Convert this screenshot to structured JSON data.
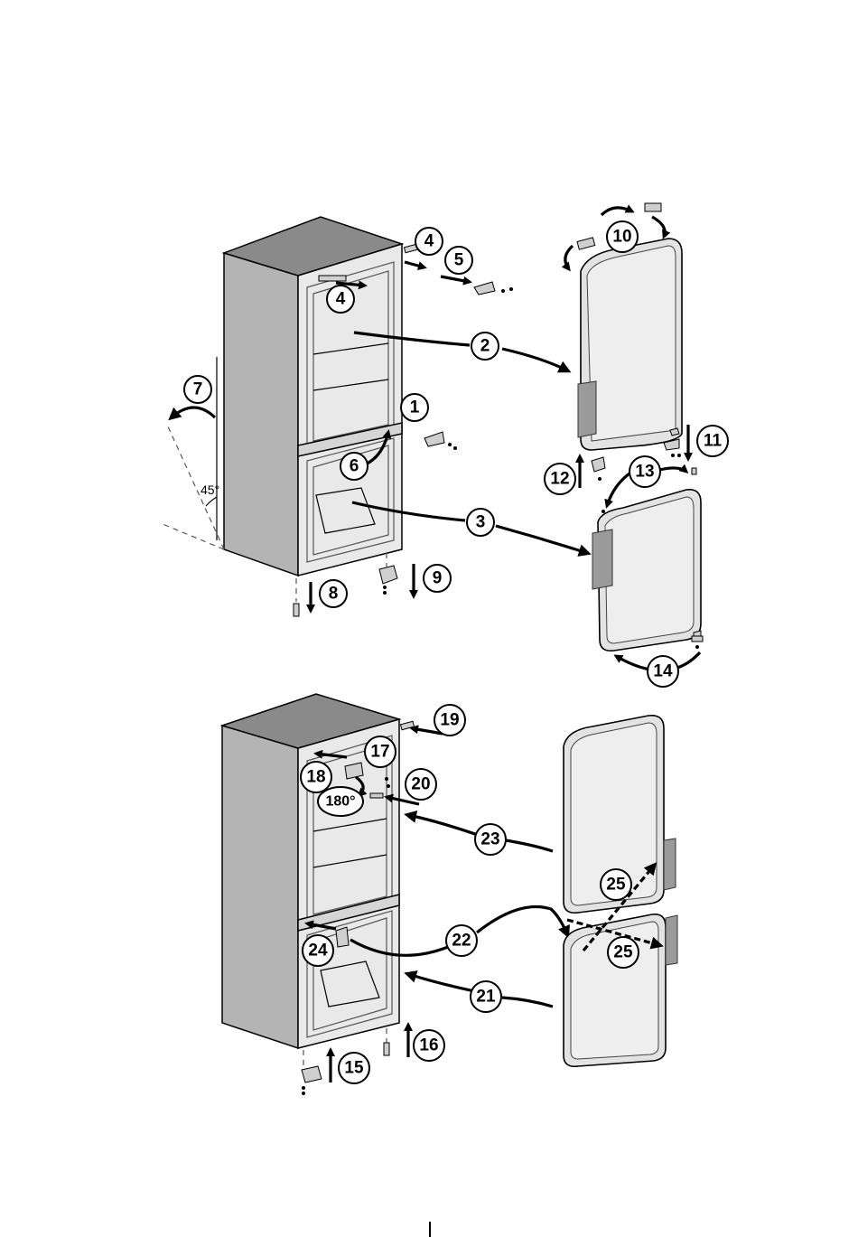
{
  "figure": {
    "step_labels": {
      "s1": "1",
      "s2": "2",
      "s3": "3",
      "s4a": "4",
      "s4b": "4",
      "s5": "5",
      "s6": "6",
      "s7": "7",
      "s8": "8",
      "s9": "9",
      "s10": "10",
      "s11": "11",
      "s12": "12",
      "s13": "13",
      "s14": "14",
      "s15": "15",
      "s16": "16",
      "s17": "17",
      "s18": "18",
      "s19": "19",
      "s20": "20",
      "s21": "21",
      "s22": "22",
      "s23": "23",
      "s24": "24",
      "s25a": "25",
      "s25b": "25"
    },
    "angle_tilt": "45°",
    "angle_rotate": "180°"
  },
  "icons": [
    "arrow-icon",
    "screw-icon",
    "hinge-icon",
    "handle-icon"
  ]
}
